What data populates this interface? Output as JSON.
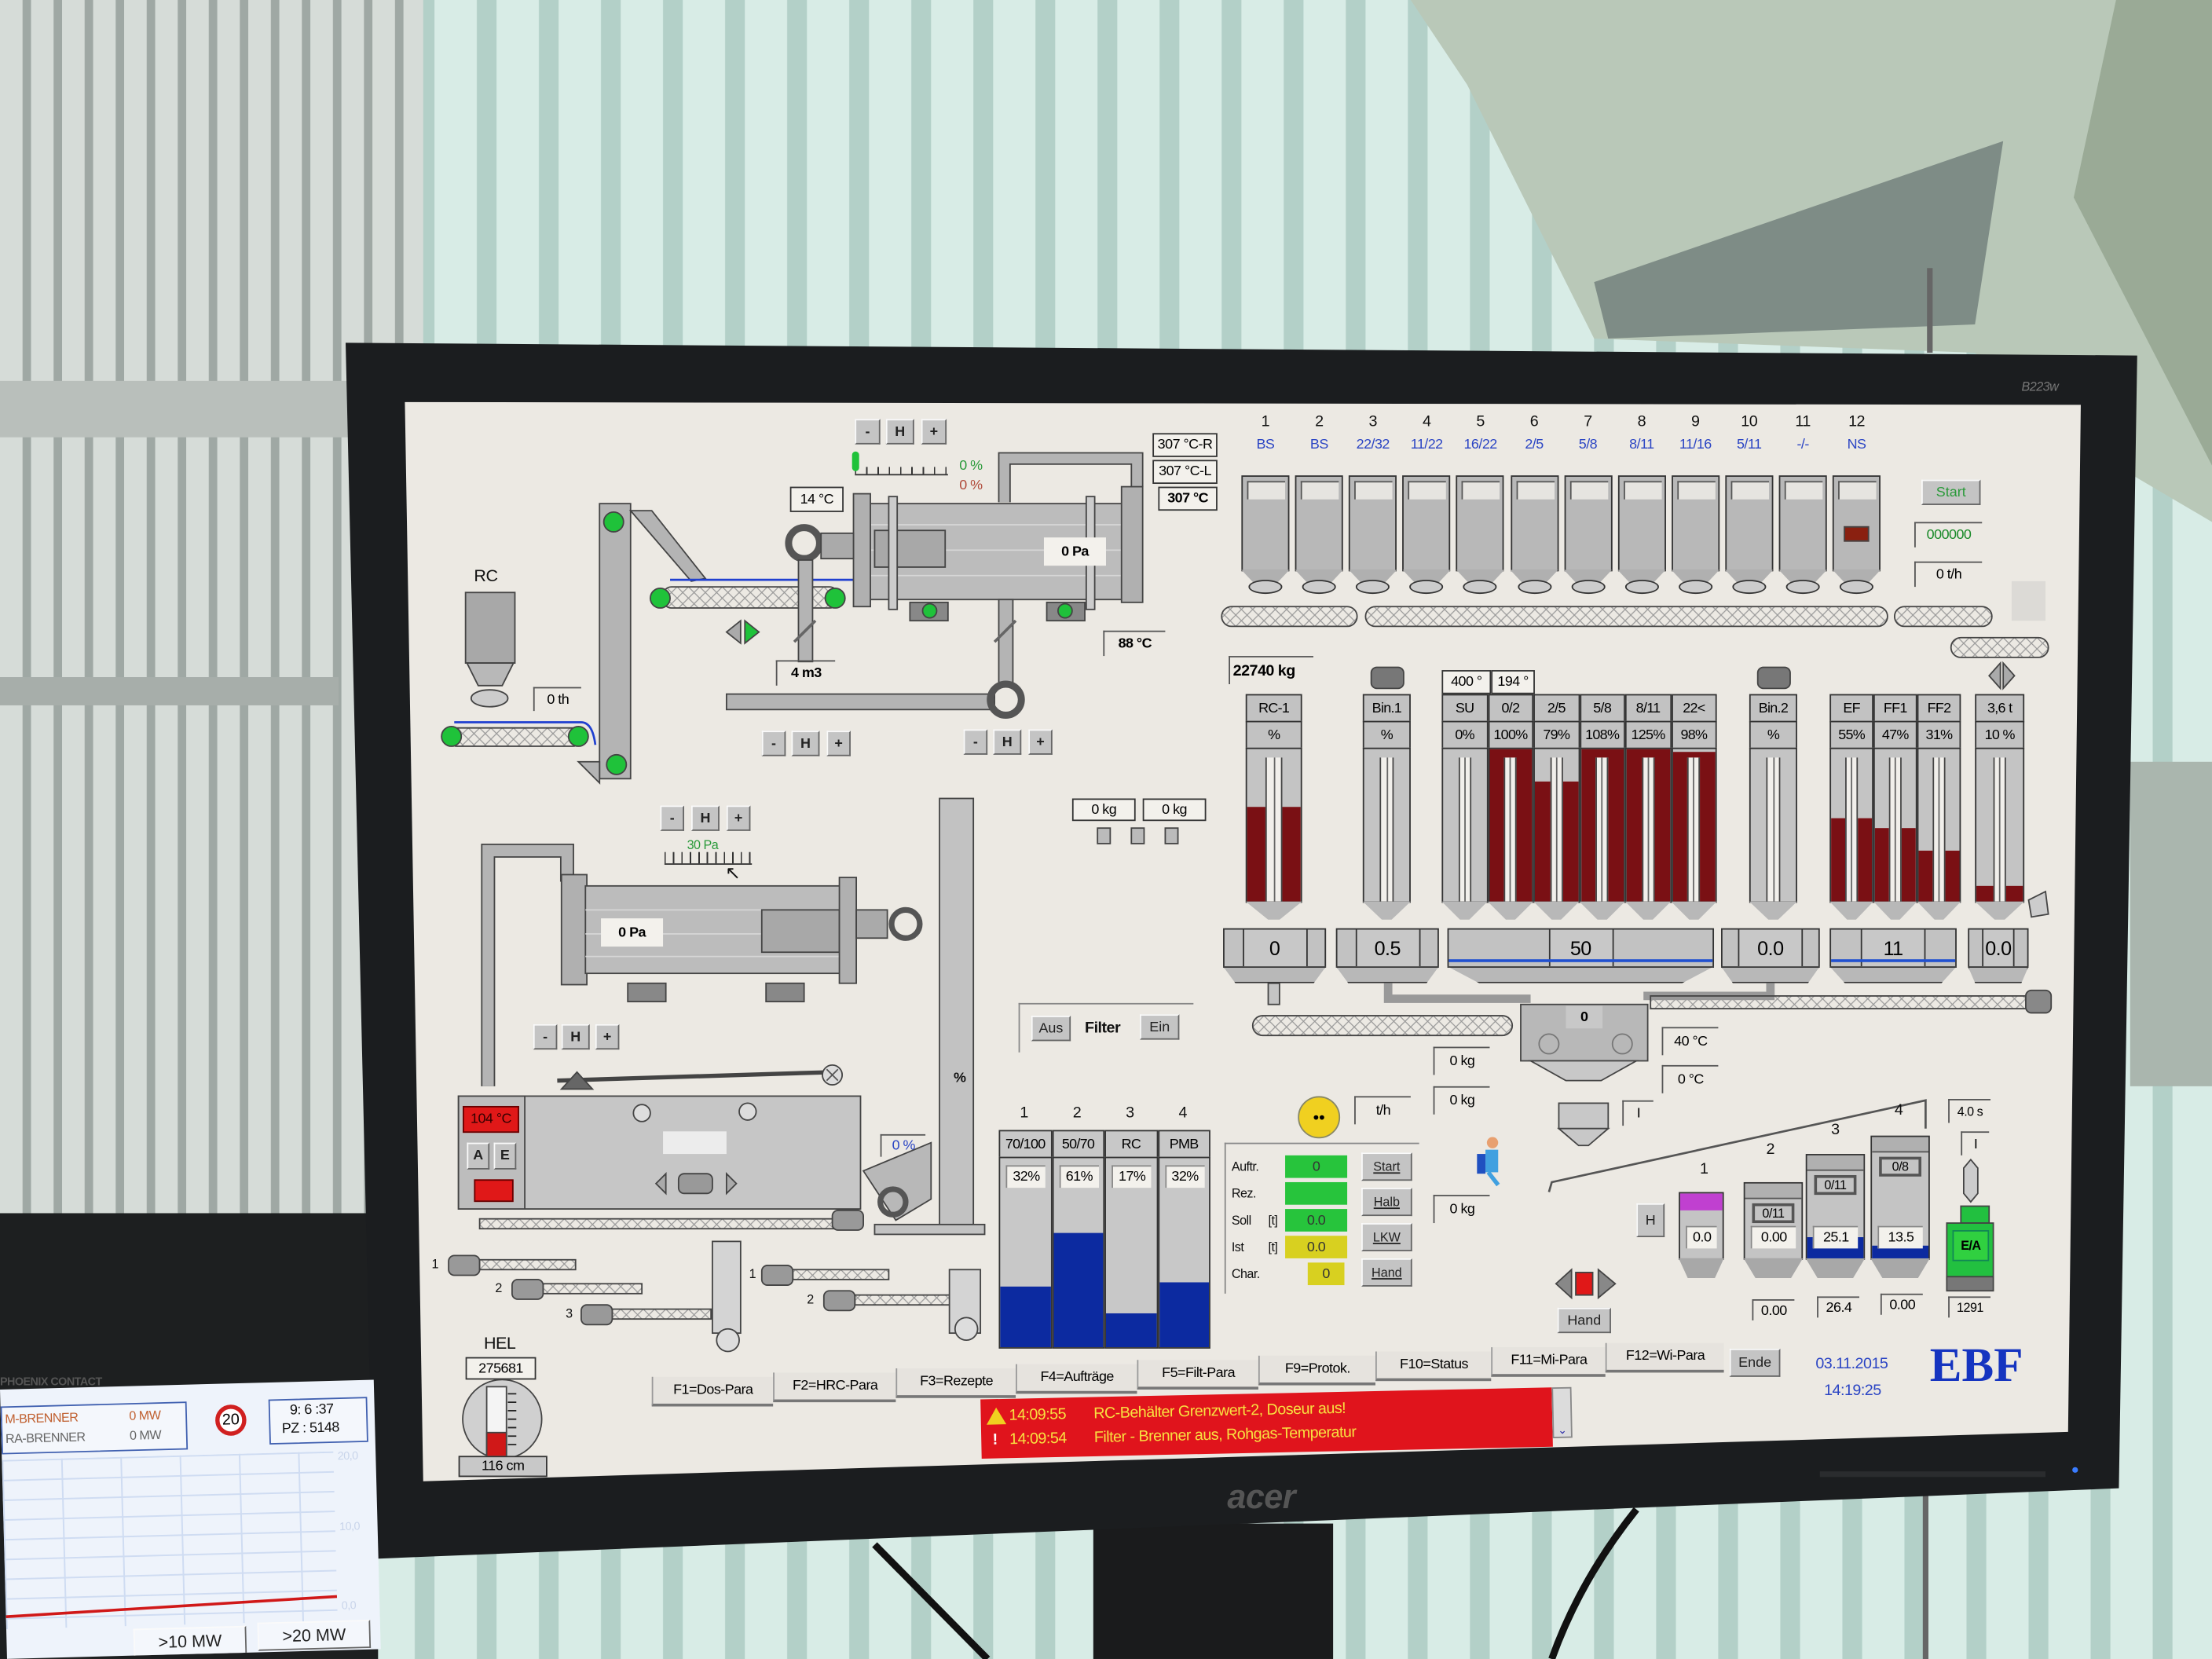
{
  "monitor": {
    "model": "B223w",
    "brand": "acer"
  },
  "colors": {
    "screen_bg": "#ece9e3",
    "equipment": "#b8b8b8",
    "hot_bin_fill": "#7a1014",
    "bitumen_fill": "#0c2aa0",
    "alarm_bg": "#e0141c",
    "running_green": "#1fc23a",
    "label_blue": "#2b45c4"
  },
  "hmh": {
    "minus": "-",
    "hold": "H",
    "plus": "+"
  },
  "dryer": {
    "rc_label": "RC",
    "rc_flow": "0 th",
    "burner_temp": "14 °C",
    "drum_pressure": "0 Pa",
    "damper_pct_open": "0 %",
    "damper_pct_actual": "0 %",
    "temps": [
      "307 °C-R",
      "307 °C-L",
      "307 °C"
    ],
    "gas_volume": "4 m3",
    "exhaust_temp": "88 °C"
  },
  "drum2": {
    "scale_label": "30 Pa",
    "pressure": "0 Pa"
  },
  "rc_unit": {
    "temp": "104 °C",
    "auto": "A",
    "manual": "E",
    "elevator_pct": "0 %",
    "elevator_unit": "%"
  },
  "feeders_left": [
    "1",
    "2",
    "3"
  ],
  "feeders_mid": [
    "1",
    "2"
  ],
  "small_scales": [
    "0 kg",
    "0 kg"
  ],
  "hel": {
    "label": "HEL",
    "volume": "275681",
    "level": "116 cm",
    "fill": 0.35
  },
  "filter": {
    "off": "Aus",
    "label": "Filter",
    "on": "Ein"
  },
  "bitumen": {
    "tanks": [
      {
        "num": "1",
        "name": "70/100",
        "pct": "32%",
        "level": 0.39
      },
      {
        "num": "2",
        "name": "50/70",
        "pct": "61%",
        "level": 0.74
      },
      {
        "num": "3",
        "name": "RC",
        "pct": "17%",
        "level": 0.22
      },
      {
        "num": "4",
        "name": "PMB",
        "pct": "32%",
        "level": 0.42
      }
    ]
  },
  "cold_feed": {
    "silos": [
      {
        "num": "1",
        "grade": "BS"
      },
      {
        "num": "2",
        "grade": "BS"
      },
      {
        "num": "3",
        "grade": "22/32"
      },
      {
        "num": "4",
        "grade": "11/22"
      },
      {
        "num": "5",
        "grade": "16/22"
      },
      {
        "num": "6",
        "grade": "2/5"
      },
      {
        "num": "7",
        "grade": "5/8"
      },
      {
        "num": "8",
        "grade": "8/11"
      },
      {
        "num": "9",
        "grade": "11/16"
      },
      {
        "num": "10",
        "grade": "5/11"
      },
      {
        "num": "11",
        "grade": "-/-"
      },
      {
        "num": "12",
        "grade": "NS"
      }
    ],
    "start": "Start",
    "counter": "000000",
    "rate": "0 t/h"
  },
  "hot_bins": {
    "total": "22740 kg",
    "screen_temps": [
      "400 °",
      "194 °"
    ],
    "rc1": {
      "name": "RC-1",
      "pct": "%",
      "level": 0.62
    },
    "bin1": {
      "name": "Bin.1",
      "pct": "%",
      "level": 0
    },
    "hot": [
      {
        "name": "SU",
        "pct": "0%",
        "level": 0
      },
      {
        "name": "0/2",
        "pct": "100%",
        "level": 1.0
      },
      {
        "name": "2/5",
        "pct": "79%",
        "level": 0.79
      },
      {
        "name": "5/8",
        "pct": "108%",
        "level": 1.0
      },
      {
        "name": "8/11",
        "pct": "125%",
        "level": 1.0
      },
      {
        "name": "22<",
        "pct": "98%",
        "level": 0.98
      }
    ],
    "bin2": {
      "name": "Bin.2",
      "pct": "%",
      "level": 0
    },
    "filler": [
      {
        "name": "EF",
        "pct": "55%",
        "level": 0.55
      },
      {
        "name": "FF1",
        "pct": "47%",
        "level": 0.48
      },
      {
        "name": "FF2",
        "pct": "31%",
        "level": 0.33
      }
    ],
    "extra": {
      "name": "3,6 t",
      "pct": "10 %",
      "level": 0.1
    }
  },
  "weighers": [
    "0",
    "0.5",
    "50",
    "0.0",
    "11",
    "0.0"
  ],
  "mixer": {
    "batch": "0",
    "temp_mix": "40 °C",
    "temp_2": "0 °C",
    "weights": [
      "0 kg",
      "0 kg",
      "0 kg"
    ],
    "rate": "t/h",
    "hopper_count": "I"
  },
  "control": {
    "rows": [
      {
        "label": "Auftr.",
        "unit": "",
        "value": "0",
        "color": "#27c43c"
      },
      {
        "label": "Rez.",
        "unit": "",
        "value": "",
        "color": "#27c43c"
      },
      {
        "label": "Soll",
        "unit": "[t]",
        "value": "0.0",
        "color": "#27c43c"
      },
      {
        "label": "Ist",
        "unit": "[t]",
        "value": "0.0",
        "color": "#d8d020"
      },
      {
        "label": "Char.",
        "unit": "",
        "value": "0",
        "color": "#d8d020"
      }
    ],
    "buttons": [
      "Start",
      "Halb",
      "LKW",
      "Hand"
    ]
  },
  "loadout": {
    "hold": "H",
    "silos": [
      {
        "num": "1",
        "grade": "",
        "value": "0.0",
        "bottom": "",
        "level": 0
      },
      {
        "num": "2",
        "grade": "0/11",
        "value": "0.00",
        "bottom": "0.00",
        "level": 0
      },
      {
        "num": "3",
        "grade": "0/11",
        "value": "25.1",
        "bottom": "26.4",
        "level": 0.2
      },
      {
        "num": "4",
        "grade": "0/8",
        "value": "13.5",
        "bottom": "0.00",
        "level": 0.1
      }
    ],
    "cycle_time": "4.0 s",
    "count": "I",
    "ea": "E/A",
    "total": "1291",
    "hand": "Hand"
  },
  "function_keys": [
    "F1=Dos-Para",
    "F2=HRC-Para",
    "F3=Rezepte",
    "F4=Aufträge",
    "F5=Filt-Para",
    "F9=Protok.",
    "F10=Status",
    "F11=Mi-Para",
    "F12=Wi-Para"
  ],
  "end_button": "Ende",
  "date": "03.11.2015",
  "time": "14:19:25",
  "logo": "EBF",
  "alarms": [
    {
      "time": "14:09:55",
      "text": "RC-Behälter Grenzwert-2, Doseur aus!",
      "icon": "warning-icon"
    },
    {
      "time": "14:09:54",
      "text": "Filter - Brenner aus, Rohgas-Temperatur",
      "icon": "exclamation-icon"
    }
  ],
  "side_monitor": {
    "brand": "PHOENIX CONTACT",
    "burners": [
      {
        "label": "M-BRENNER",
        "value": "0 MW"
      },
      {
        "label": "RA-BRENNER",
        "value": "0 MW"
      }
    ],
    "limit": "20",
    "clock": "9: 6 :37",
    "pz": "PZ : 5148",
    "axis": [
      "20,0",
      "10,0",
      "0,0"
    ],
    "buttons": [
      ">10 MW",
      ">20 MW"
    ]
  }
}
